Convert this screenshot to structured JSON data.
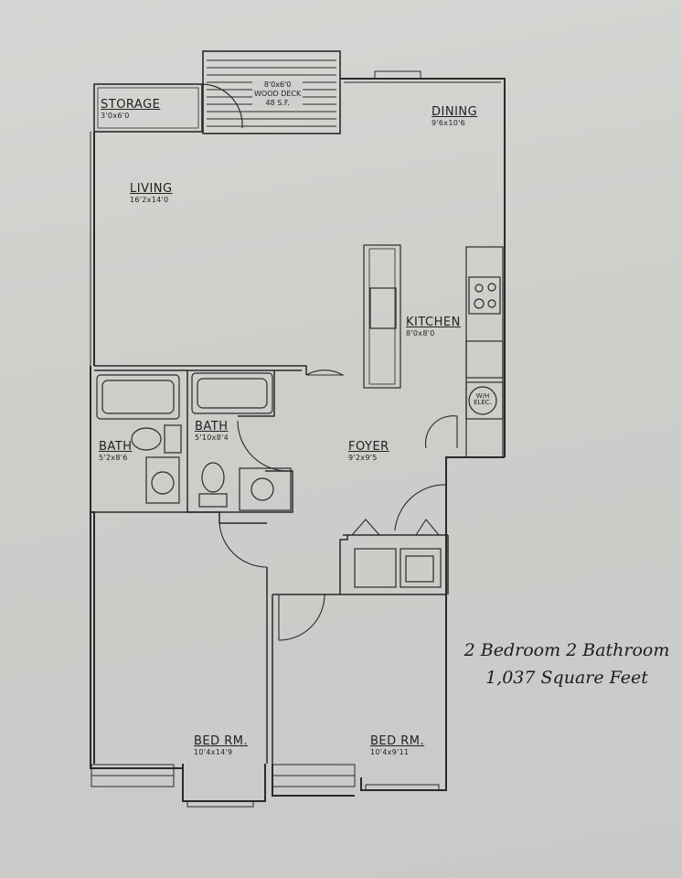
{
  "plan": {
    "rooms": {
      "storage": {
        "name": "STORAGE",
        "dims": "3'0x6'0"
      },
      "deck": {
        "size": "8'0x6'0",
        "name": "WOOD DECK",
        "area": "48 S.F."
      },
      "dining": {
        "name": "DINING",
        "dims": "9'6x10'6"
      },
      "living": {
        "name": "LIVING",
        "dims": "16'2x14'0"
      },
      "kitchen": {
        "name": "KITCHEN",
        "dims": "8'0x8'0"
      },
      "bath1": {
        "name": "BATH",
        "dims": "5'2x8'6"
      },
      "bath2": {
        "name": "BATH",
        "dims": "5'10x8'4"
      },
      "foyer": {
        "name": "FOYER",
        "dims": "9'2x9'5"
      },
      "bed1": {
        "name": "BED RM.",
        "dims": "10'4x14'9"
      },
      "bed2": {
        "name": "BED RM.",
        "dims": "10'4x9'11"
      }
    },
    "fixtures": {
      "water_heater": "W/H ELEC."
    }
  },
  "caption": {
    "line1": "2 Bedroom 2 Bathroom",
    "line2": "1,037 Square Feet"
  }
}
